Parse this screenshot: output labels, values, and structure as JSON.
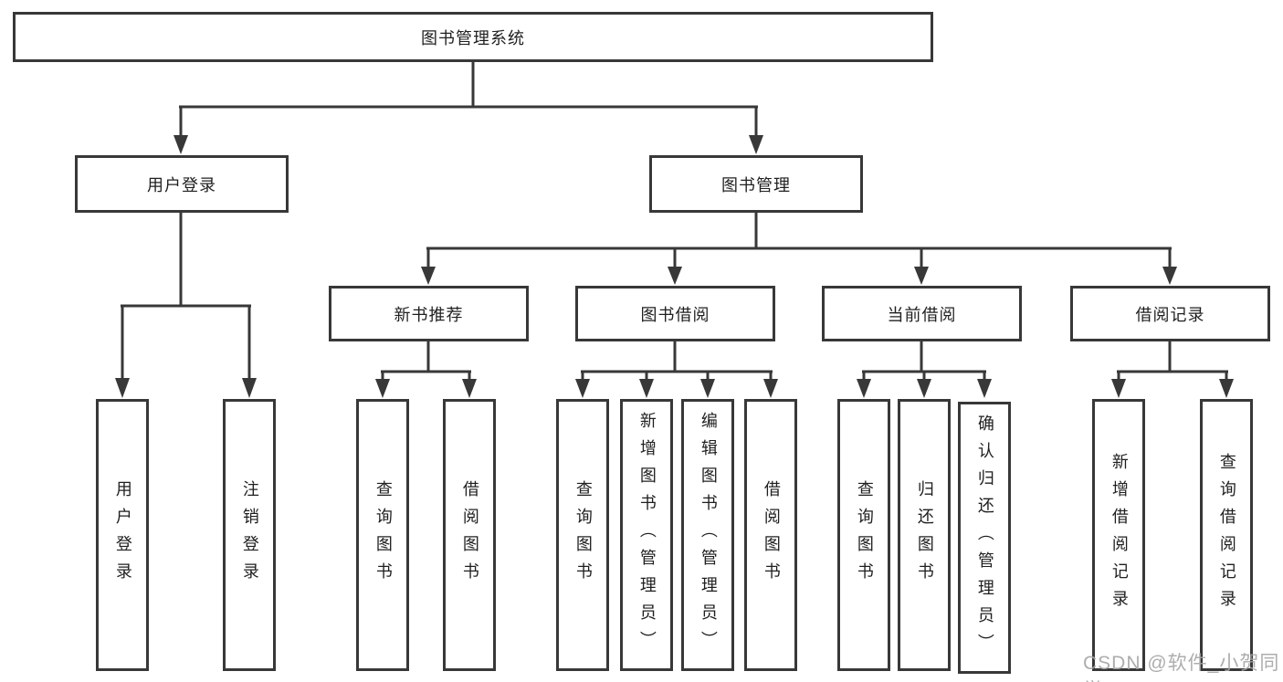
{
  "tree": {
    "label": "图书管理系统",
    "children": [
      {
        "label": "用户登录",
        "children": [
          {
            "label": "用户登录"
          },
          {
            "label": "注销登录"
          }
        ]
      },
      {
        "label": "图书管理",
        "children": [
          {
            "label": "新书推荐",
            "children": [
              {
                "label": "查询图书"
              },
              {
                "label": "借阅图书"
              }
            ]
          },
          {
            "label": "图书借阅",
            "children": [
              {
                "label": "查询图书"
              },
              {
                "label": "新增图书（管理员）"
              },
              {
                "label": "编辑图书（管理员）"
              },
              {
                "label": "借阅图书"
              }
            ]
          },
          {
            "label": "当前借阅",
            "children": [
              {
                "label": "查询图书"
              },
              {
                "label": "归还图书"
              },
              {
                "label": "确认归还（管理员）"
              }
            ]
          },
          {
            "label": "借阅记录",
            "children": [
              {
                "label": "新增借阅记录"
              },
              {
                "label": "查询借阅记录"
              }
            ]
          }
        ]
      }
    ]
  },
  "watermark": "CSDN @软件_小贺同学",
  "colors": {
    "line": "#383838",
    "box_border": "#383838",
    "text": "#1f1f1f",
    "watermark": "#a5a5a5",
    "background": "#ffffff"
  }
}
